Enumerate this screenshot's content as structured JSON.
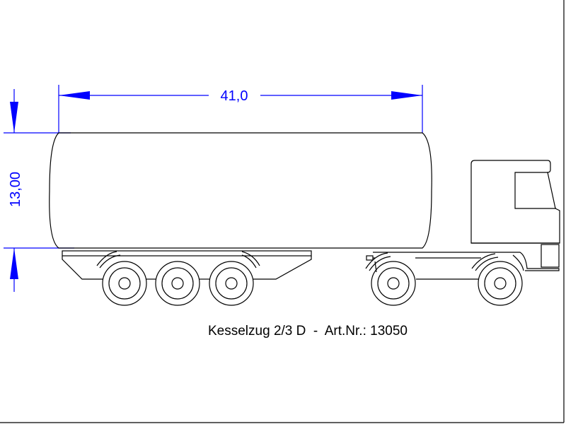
{
  "drawing": {
    "caption": "Kesselzug 2/3 D  -  Art.Nr.: 13050",
    "dimensions": {
      "length": "41,0",
      "height": "13,00"
    },
    "colors": {
      "dimension": "#0000ff",
      "outline": "#000000",
      "background": "#ffffff"
    }
  }
}
